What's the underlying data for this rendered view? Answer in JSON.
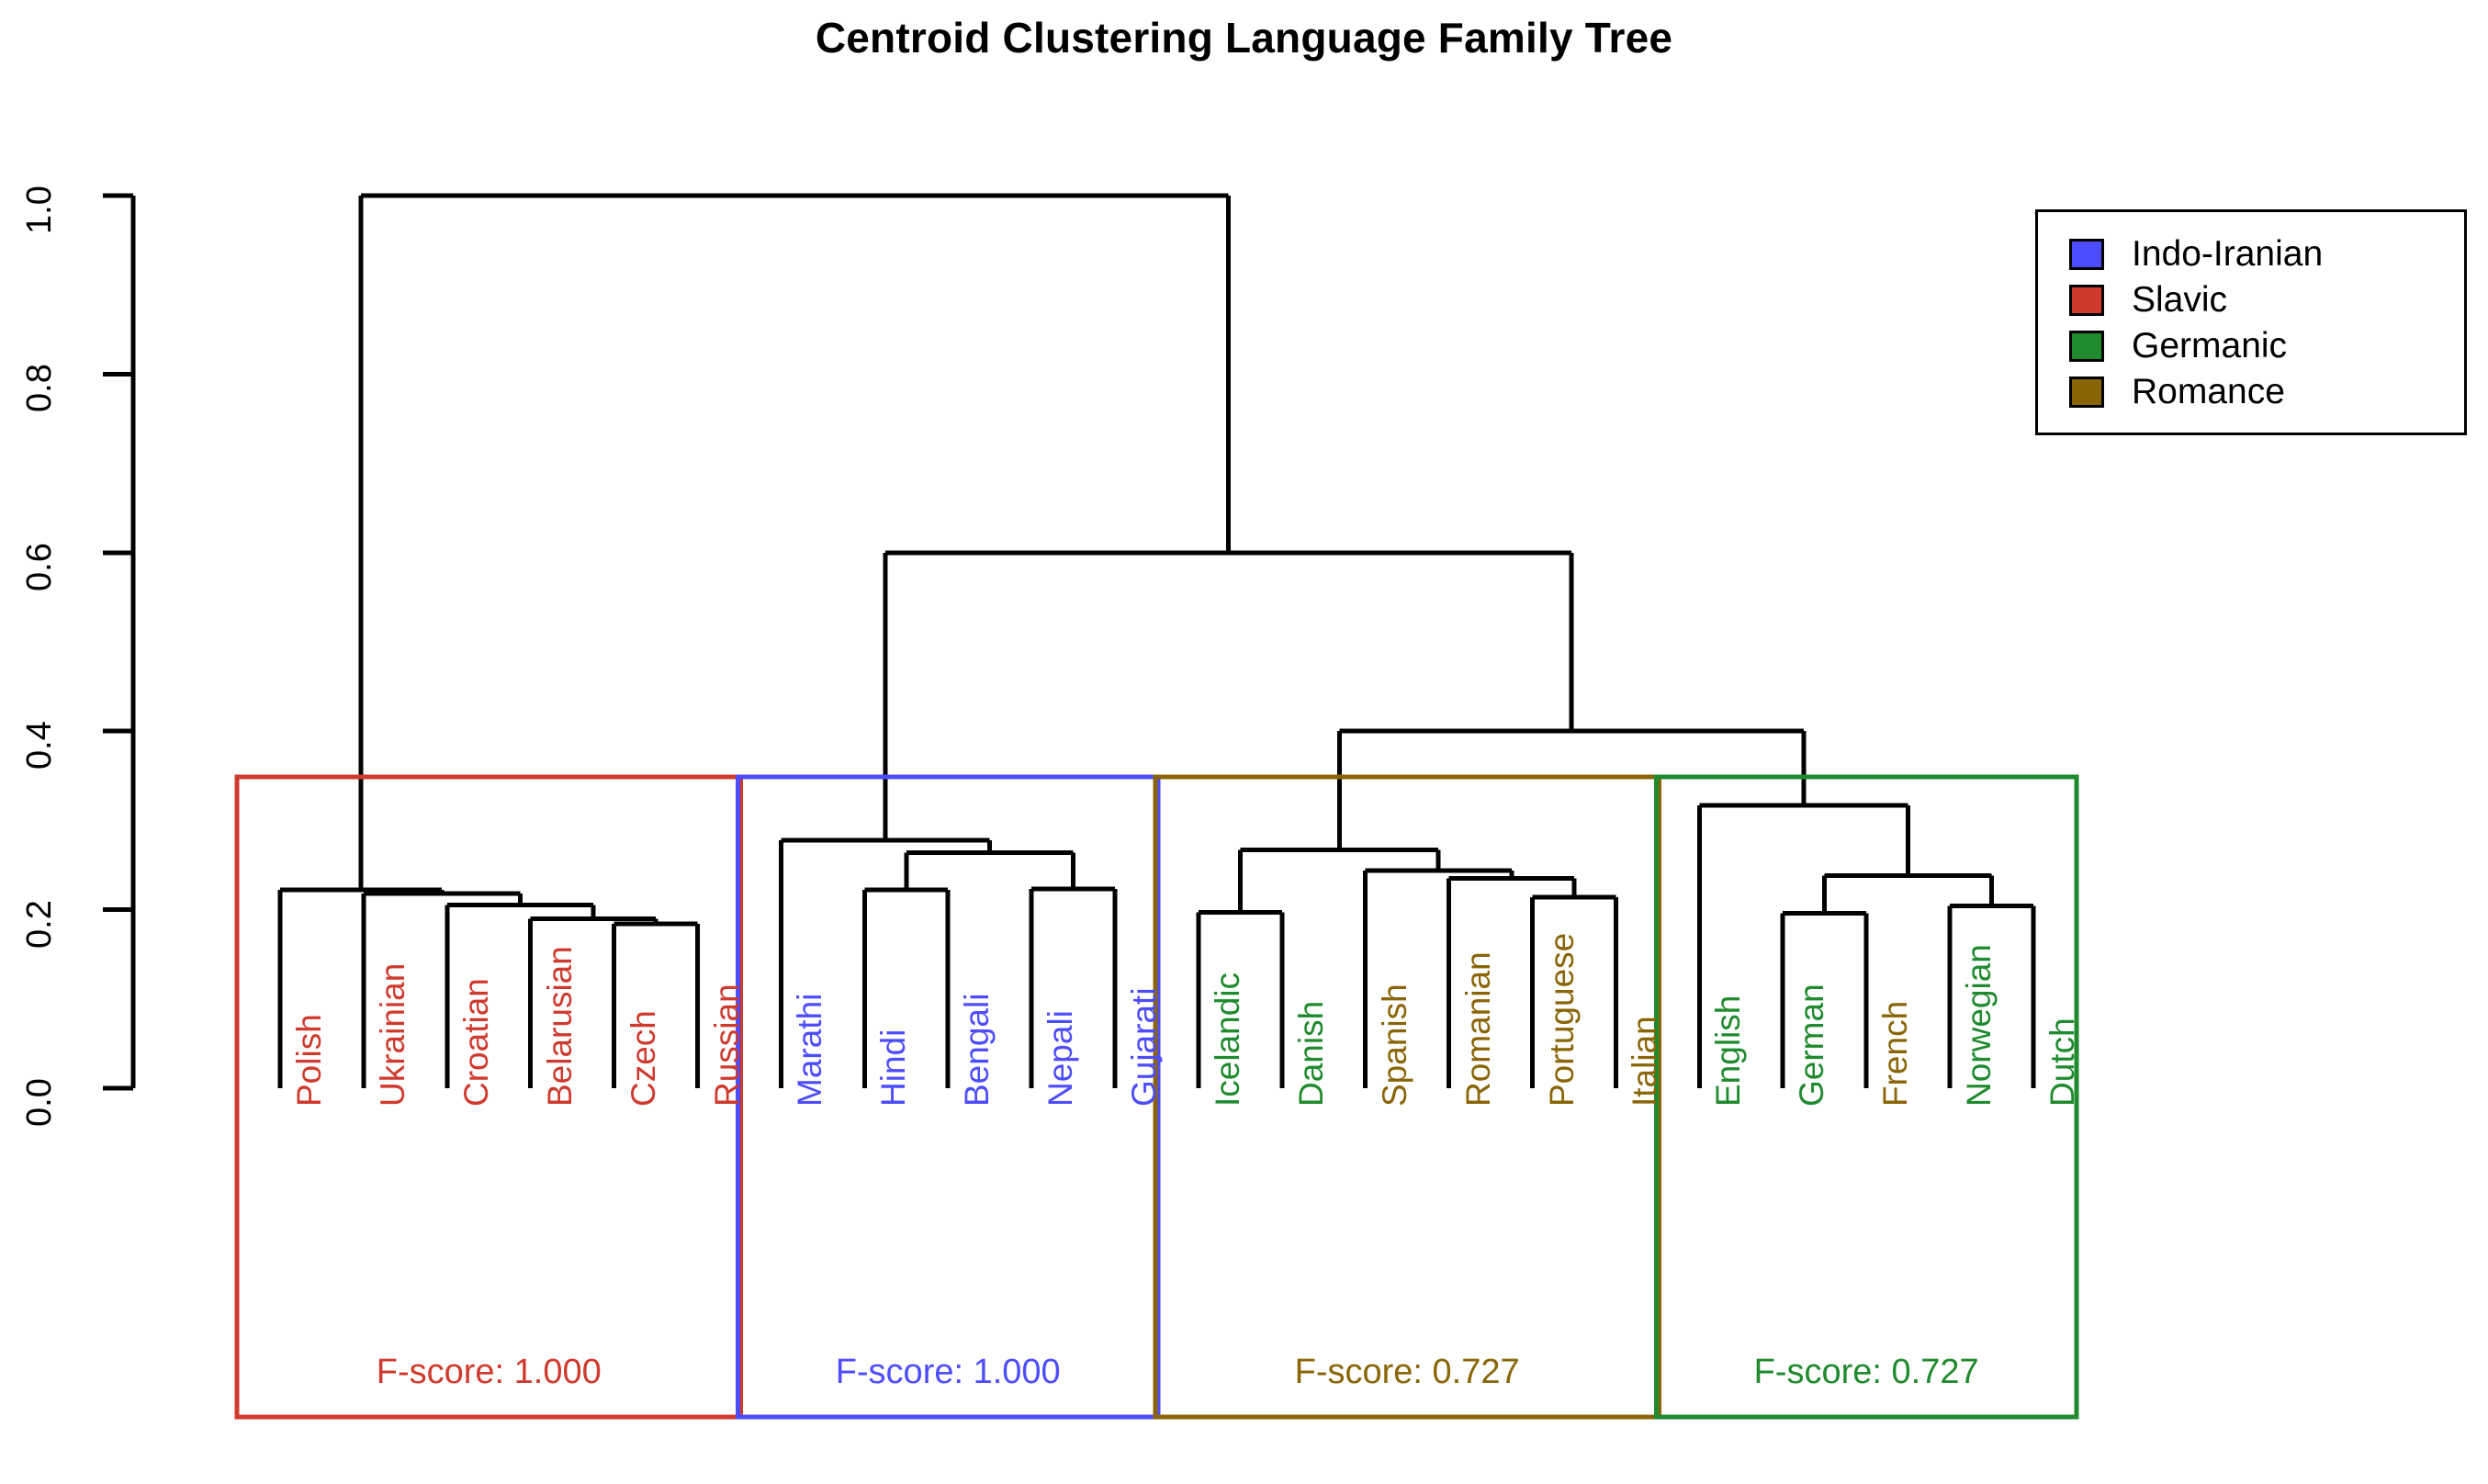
{
  "title": "Centroid Clustering Language Family Tree",
  "axis": {
    "ticks": [
      "1.0",
      "0.8",
      "0.6",
      "0.4",
      "0.2",
      "0.0"
    ],
    "values": [
      1.0,
      0.8,
      0.6,
      0.4,
      0.2,
      0.0
    ]
  },
  "legend": {
    "items": [
      {
        "label": "Indo-Iranian",
        "color": "#4d4dff"
      },
      {
        "label": "Slavic",
        "color": "#cf3a2e"
      },
      {
        "label": "Germanic",
        "color": "#1f8a2e"
      },
      {
        "label": "Romance",
        "color": "#8a6508"
      }
    ]
  },
  "clusters": [
    {
      "name": "Slavic",
      "box_color": "#cf3a2e",
      "fscore_label": "F-score: 1.000",
      "fscore": 1.0,
      "leaves": [
        {
          "label": "Polish",
          "color": "#cf3a2e"
        },
        {
          "label": "Ukrainian",
          "color": "#cf3a2e"
        },
        {
          "label": "Croatian",
          "color": "#cf3a2e"
        },
        {
          "label": "Belarusian",
          "color": "#cf3a2e"
        },
        {
          "label": "Czech",
          "color": "#cf3a2e"
        },
        {
          "label": "Russian",
          "color": "#cf3a2e"
        }
      ]
    },
    {
      "name": "Indo-Iranian",
      "box_color": "#4d4dff",
      "fscore_label": "F-score: 1.000",
      "fscore": 1.0,
      "leaves": [
        {
          "label": "Marathi",
          "color": "#4d4dff"
        },
        {
          "label": "Hindi",
          "color": "#4d4dff"
        },
        {
          "label": "Bengali",
          "color": "#4d4dff"
        },
        {
          "label": "Nepali",
          "color": "#4d4dff"
        },
        {
          "label": "Gujarati",
          "color": "#4d4dff"
        }
      ]
    },
    {
      "name": "Romance",
      "box_color": "#8a6508",
      "fscore_label": "F-score: 0.727",
      "fscore": 0.727,
      "leaves": [
        {
          "label": "Icelandic",
          "color": "#1f8a2e"
        },
        {
          "label": "Danish",
          "color": "#1f8a2e"
        },
        {
          "label": "Spanish",
          "color": "#8a6508"
        },
        {
          "label": "Romanian",
          "color": "#8a6508"
        },
        {
          "label": "Portuguese",
          "color": "#8a6508"
        },
        {
          "label": "Italian",
          "color": "#8a6508"
        }
      ]
    },
    {
      "name": "Germanic",
      "box_color": "#1f8a2e",
      "fscore_label": "F-score: 0.727",
      "fscore": 0.727,
      "leaves": [
        {
          "label": "English",
          "color": "#1f8a2e"
        },
        {
          "label": "German",
          "color": "#1f8a2e"
        },
        {
          "label": "French",
          "color": "#8a6508"
        },
        {
          "label": "Norwegian",
          "color": "#1f8a2e"
        },
        {
          "label": "Dutch",
          "color": "#1f8a2e"
        }
      ]
    }
  ],
  "chart_data": {
    "type": "dendrogram",
    "title": "Centroid Clustering Language Family Tree",
    "xlabel": "",
    "ylabel": "",
    "ylim": [
      0.0,
      1.0
    ],
    "yticks": [
      0.0,
      0.2,
      0.4,
      0.6,
      0.8,
      1.0
    ],
    "grid": false,
    "legend_position": "top-right",
    "leaf_order": [
      "Polish",
      "Ukrainian",
      "Croatian",
      "Belarusian",
      "Czech",
      "Russian",
      "Marathi",
      "Hindi",
      "Bengali",
      "Nepali",
      "Gujarati",
      "Icelandic",
      "Danish",
      "Spanish",
      "Romanian",
      "Portuguese",
      "Italian",
      "English",
      "German",
      "French",
      "Norwegian",
      "Dutch"
    ],
    "merges": [
      {
        "id": "S1",
        "left": "Czech",
        "right": "Russian",
        "height": 0.184
      },
      {
        "id": "S2",
        "left": "Belarusian",
        "right": "S1",
        "height": 0.19
      },
      {
        "id": "S3",
        "left": "Croatian",
        "right": "S2",
        "height": 0.205
      },
      {
        "id": "S4",
        "left": "Ukrainian",
        "right": "S3",
        "height": 0.218
      },
      {
        "id": "S5",
        "left": "Polish",
        "right": "S4",
        "height": 0.222
      },
      {
        "id": "I1",
        "left": "Hindi",
        "right": "Bengali",
        "height": 0.222
      },
      {
        "id": "I2",
        "left": "Nepali",
        "right": "Gujarati",
        "height": 0.223
      },
      {
        "id": "I3",
        "left": "I1",
        "right": "I2",
        "height": 0.264
      },
      {
        "id": "I4",
        "left": "Marathi",
        "right": "I3",
        "height": 0.278
      },
      {
        "id": "R1",
        "left": "Icelandic",
        "right": "Danish",
        "height": 0.197
      },
      {
        "id": "R2",
        "left": "Portuguese",
        "right": "Italian",
        "height": 0.214
      },
      {
        "id": "R3",
        "left": "Romanian",
        "right": "R2",
        "height": 0.235
      },
      {
        "id": "R4",
        "left": "Spanish",
        "right": "R3",
        "height": 0.244
      },
      {
        "id": "R5",
        "left": "R1",
        "right": "R4",
        "height": 0.267
      },
      {
        "id": "G1",
        "left": "German",
        "right": "French",
        "height": 0.196
      },
      {
        "id": "G2",
        "left": "Norwegian",
        "right": "Dutch",
        "height": 0.204
      },
      {
        "id": "G3",
        "left": "G1",
        "right": "G2",
        "height": 0.238
      },
      {
        "id": "G4",
        "left": "English",
        "right": "G3",
        "height": 0.317
      },
      {
        "id": "T1",
        "left": "R5",
        "right": "G4",
        "height": 0.4
      },
      {
        "id": "T2",
        "left": "I4",
        "right": "T1",
        "height": 0.6
      },
      {
        "id": "T3",
        "left": "S5",
        "right": "T2",
        "height": 1.0
      }
    ]
  }
}
